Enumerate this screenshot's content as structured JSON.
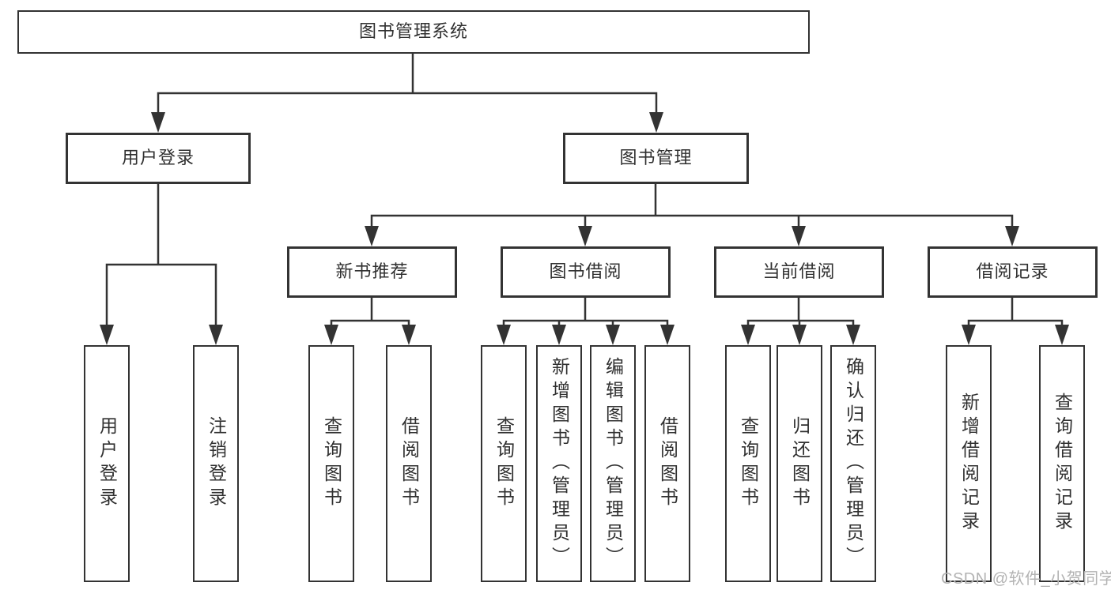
{
  "colors": {
    "line": "#333333",
    "box_border": "#333333",
    "text": "#303030",
    "background": "#ffffff",
    "watermark": "#b3b3b3"
  },
  "watermark": {
    "text": "CSDN @软件_小贺同学"
  },
  "tree": {
    "label": "图书管理系统",
    "children": [
      {
        "label": "用户登录",
        "children": [
          {
            "label": "用户登录"
          },
          {
            "label": "注销登录"
          }
        ]
      },
      {
        "label": "图书管理",
        "children": [
          {
            "label": "新书推荐",
            "children": [
              {
                "label": "查询图书"
              },
              {
                "label": "借阅图书"
              }
            ]
          },
          {
            "label": "图书借阅",
            "children": [
              {
                "label": "查询图书"
              },
              {
                "label": "新增图书（管理员）"
              },
              {
                "label": "编辑图书（管理员）"
              },
              {
                "label": "借阅图书"
              }
            ]
          },
          {
            "label": "当前借阅",
            "children": [
              {
                "label": "查询图书"
              },
              {
                "label": "归还图书"
              },
              {
                "label": "确认归还（管理员）"
              }
            ]
          },
          {
            "label": "借阅记录",
            "children": [
              {
                "label": "新增借阅记录"
              },
              {
                "label": "查询借阅记录"
              }
            ]
          }
        ]
      }
    ]
  }
}
